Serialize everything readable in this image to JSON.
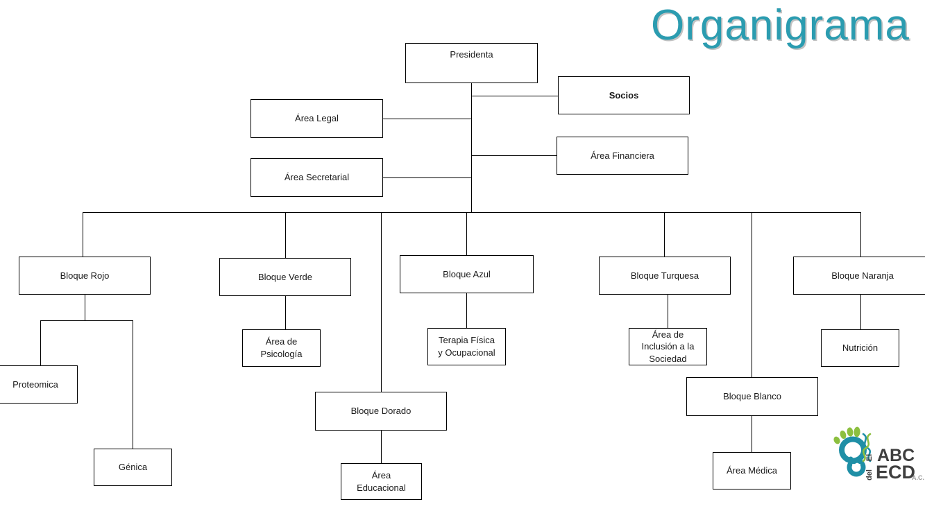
{
  "title": "Organigrama",
  "colors": {
    "title": "#2b9cb0",
    "line": "#000000",
    "box_border": "#000000",
    "background": "#ffffff",
    "logo_teal": "#1f8fa6",
    "logo_green": "#8cbf3f",
    "logo_dark": "#3f3f3f"
  },
  "logo": {
    "line1_small": "El",
    "line1_big": "ABC",
    "line2_small": "del",
    "line2_big": "ECD",
    "suffix": "A.C."
  },
  "chart_data": {
    "type": "diagram",
    "subtype": "organization-chart",
    "title": "Organigrama",
    "nodes": [
      {
        "id": "presidenta",
        "label": "Presidenta",
        "level": 0,
        "bold": false
      },
      {
        "id": "socios",
        "label": "Socios",
        "level": 1,
        "bold": true
      },
      {
        "id": "area-legal",
        "label": "Área Legal",
        "level": 1,
        "bold": false
      },
      {
        "id": "area-financiera",
        "label": "Área Financiera",
        "level": 1,
        "bold": false
      },
      {
        "id": "area-secretarial",
        "label": "Área Secretarial",
        "level": 1,
        "bold": false
      },
      {
        "id": "bloque-rojo",
        "label": "Bloque Rojo",
        "level": 2,
        "bold": false
      },
      {
        "id": "bloque-verde",
        "label": "Bloque Verde",
        "level": 2,
        "bold": false
      },
      {
        "id": "bloque-azul",
        "label": "Bloque Azul",
        "level": 2,
        "bold": false
      },
      {
        "id": "bloque-turquesa",
        "label": "Bloque Turquesa",
        "level": 2,
        "bold": false
      },
      {
        "id": "bloque-naranja",
        "label": "Bloque Naranja",
        "level": 2,
        "bold": false
      },
      {
        "id": "bloque-dorado",
        "label": "Bloque Dorado",
        "level": 2,
        "bold": false
      },
      {
        "id": "bloque-blanco",
        "label": "Bloque Blanco",
        "level": 2,
        "bold": false
      },
      {
        "id": "proteomica",
        "label": "Proteomica",
        "level": 3,
        "bold": false
      },
      {
        "id": "genica",
        "label": "Génica",
        "level": 3,
        "bold": false
      },
      {
        "id": "area-psicologia",
        "label": "Área de\nPsicología",
        "level": 3,
        "bold": false
      },
      {
        "id": "terapia",
        "label": "Terapia Física\ny Ocupacional",
        "level": 3,
        "bold": false
      },
      {
        "id": "area-inclusion",
        "label": "Área de\nInclusión a la\nSociedad",
        "level": 3,
        "bold": false
      },
      {
        "id": "nutricion",
        "label": "Nutrición",
        "level": 3,
        "bold": false
      },
      {
        "id": "area-educacional",
        "label": "Área\nEducacional",
        "level": 3,
        "bold": false
      },
      {
        "id": "area-medica",
        "label": "Área Médica",
        "level": 3,
        "bold": false
      }
    ],
    "edges": [
      {
        "from": "presidenta",
        "to": "socios"
      },
      {
        "from": "presidenta",
        "to": "area-legal"
      },
      {
        "from": "presidenta",
        "to": "area-financiera"
      },
      {
        "from": "presidenta",
        "to": "area-secretarial"
      },
      {
        "from": "presidenta",
        "to": "bloque-rojo"
      },
      {
        "from": "presidenta",
        "to": "bloque-verde"
      },
      {
        "from": "presidenta",
        "to": "bloque-azul"
      },
      {
        "from": "presidenta",
        "to": "bloque-turquesa"
      },
      {
        "from": "presidenta",
        "to": "bloque-naranja"
      },
      {
        "from": "presidenta",
        "to": "bloque-dorado"
      },
      {
        "from": "presidenta",
        "to": "bloque-blanco"
      },
      {
        "from": "bloque-rojo",
        "to": "proteomica"
      },
      {
        "from": "bloque-rojo",
        "to": "genica"
      },
      {
        "from": "bloque-verde",
        "to": "area-psicologia"
      },
      {
        "from": "bloque-azul",
        "to": "terapia"
      },
      {
        "from": "bloque-turquesa",
        "to": "area-inclusion"
      },
      {
        "from": "bloque-naranja",
        "to": "nutricion"
      },
      {
        "from": "bloque-dorado",
        "to": "area-educacional"
      },
      {
        "from": "bloque-blanco",
        "to": "area-medica"
      }
    ]
  },
  "boxes": {
    "presidenta": {
      "label": "Presidenta"
    },
    "socios": {
      "label": "Socios"
    },
    "area_legal": {
      "label": "Área Legal"
    },
    "area_financiera": {
      "label": "Área Financiera"
    },
    "area_secretarial": {
      "label": "Área Secretarial"
    },
    "bloque_rojo": {
      "label": "Bloque Rojo"
    },
    "bloque_verde": {
      "label": "Bloque Verde"
    },
    "bloque_azul": {
      "label": "Bloque Azul"
    },
    "bloque_turquesa": {
      "label": "Bloque Turquesa"
    },
    "bloque_naranja": {
      "label": "Bloque Naranja"
    },
    "bloque_dorado": {
      "label": "Bloque Dorado"
    },
    "bloque_blanco": {
      "label": "Bloque Blanco"
    },
    "proteomica": {
      "label": "Proteomica"
    },
    "genica": {
      "label": "Génica"
    },
    "area_psicologia": {
      "line1": "Área de",
      "line2": "Psicología"
    },
    "terapia": {
      "line1": "Terapia Física",
      "line2": "y Ocupacional"
    },
    "area_inclusion": {
      "line1": "Área de",
      "line2": "Inclusión a la",
      "line3": "Sociedad"
    },
    "nutricion": {
      "label": "Nutrición"
    },
    "area_educacional": {
      "line1": "Área",
      "line2": "Educacional"
    },
    "area_medica": {
      "label": "Área Médica"
    }
  }
}
